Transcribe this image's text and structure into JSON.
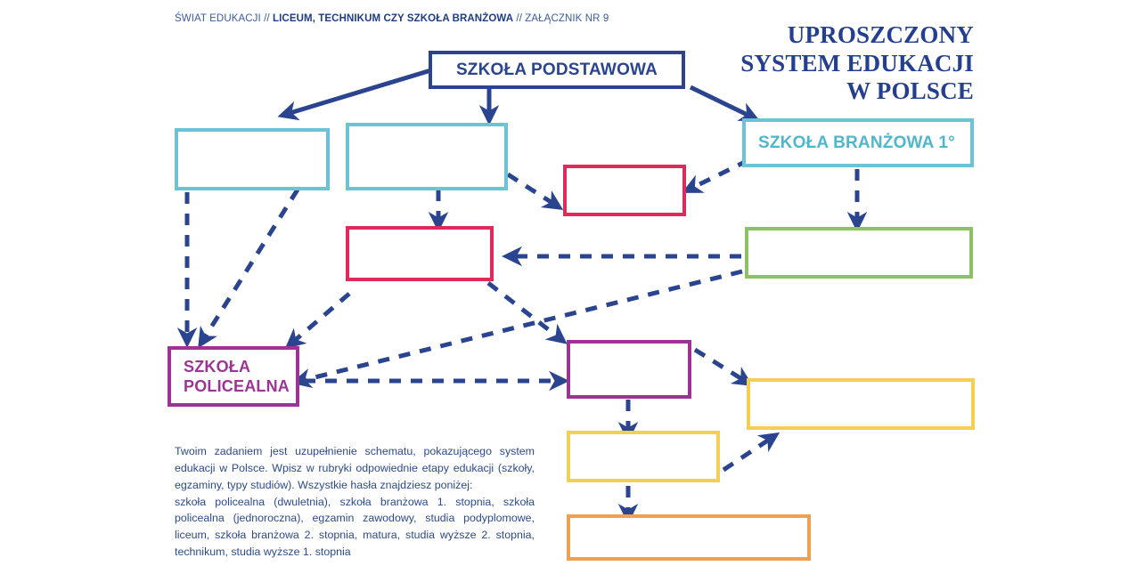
{
  "breadcrumb": {
    "prefix": "ŚWIAT EDUKACJI // ",
    "bold": "LICEUM, TECHNIKUM CZY SZKOŁA BRANŻOWA",
    "suffix": " // ZAŁĄCZNIK NR 9"
  },
  "title": {
    "line1": "UPROSZCZONY",
    "line2": "SYSTEM EDUKACJI",
    "line3": "W POLSCE"
  },
  "boxes": {
    "primary_school": {
      "label": "SZKOŁA PODSTAWOWA",
      "color": "#2a4490"
    },
    "teal_left": {
      "label": "",
      "color": "#6dc3d6"
    },
    "teal_mid": {
      "label": "",
      "color": "#6dc3d6"
    },
    "vocational_1": {
      "label": "SZKOŁA BRANŻOWA 1°",
      "color": "#6dc3d6"
    },
    "red_top": {
      "label": "",
      "color": "#e02a5c"
    },
    "red_mid": {
      "label": "",
      "color": "#e02a5c"
    },
    "green": {
      "label": "",
      "color": "#8cc264"
    },
    "post_secondary": {
      "label_line1": "SZKOŁA",
      "label_line2": "POLICEALNA",
      "color": "#9c3494"
    },
    "purple_right": {
      "label": "",
      "color": "#9c3494"
    },
    "yellow_right": {
      "label": "",
      "color": "#f5ce54"
    },
    "yellow_mid": {
      "label": "",
      "color": "#f5ce54"
    },
    "orange_bottom": {
      "label": "",
      "color": "#f0a050"
    }
  },
  "instructions": {
    "paragraph1": "Twoim zadaniem jest uzupełnienie schematu, pokazującego system edukacji w Polsce. Wpisz w rubryki odpowiednie etapy edukacji (szkoły, egzaminy, typy studiów). Wszystkie hasła znajdziesz poniżej:",
    "paragraph2": "szkoła policealna (dwuletnia), szkoła branżowa 1. stopnia, szkoła policealna (jednoroczna), egzamin zawodowy, studia podyplomowe, liceum, szkoła branżowa 2. stopnia, matura, studia wyższe 2. stopnia, technikum, studia wyższe 1. stopnia"
  },
  "arrow_color": "#2a4490"
}
